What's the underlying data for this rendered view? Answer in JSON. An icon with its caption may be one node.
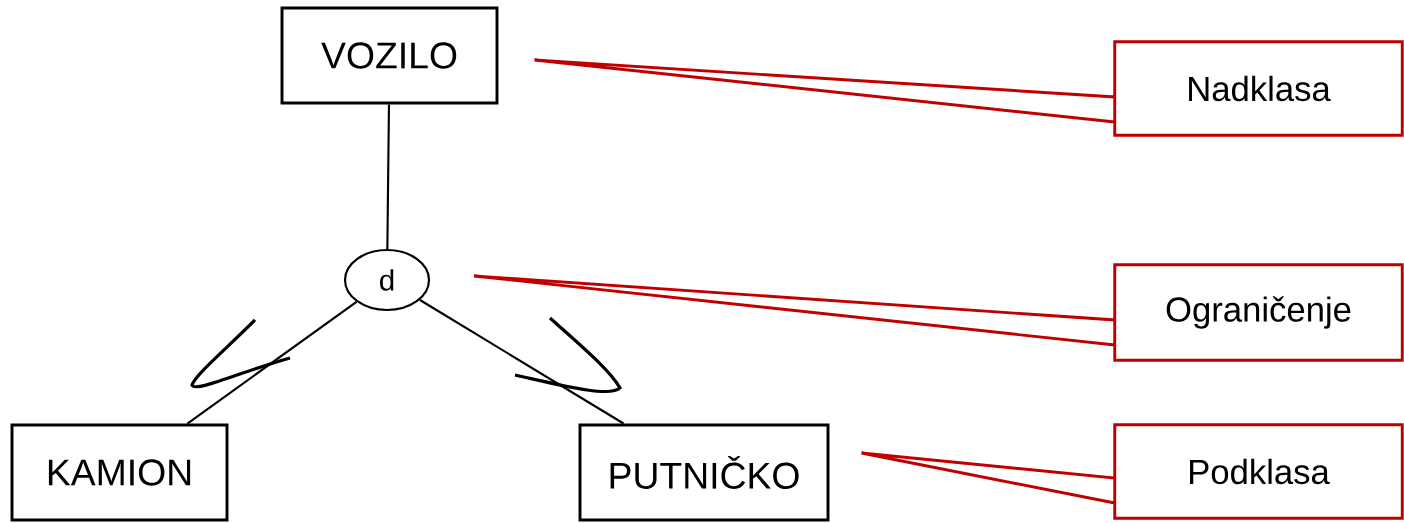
{
  "diagram": {
    "nodes": [
      {
        "text": [
          "VOZILO"
        ]
      },
      {
        "text": [
          "d"
        ]
      },
      {
        "text": [
          "KAMION"
        ]
      },
      {
        "text": [
          "PUTNIČKO"
        ]
      },
      {
        "text": [
          "Nadklasa"
        ]
      },
      {
        "text": [
          "Ograničenje"
        ]
      },
      {
        "text": [
          "Podklasa"
        ]
      }
    ],
    "edges": [
      {
        "from": 0,
        "to": 1,
        "arrow": "none"
      },
      {
        "from": 1,
        "to": 2,
        "arrow": "none"
      },
      {
        "from": 1,
        "to": 3,
        "arrow": "none"
      },
      {
        "from": 4,
        "to": 0,
        "arrow": "none",
        "color": "#c00000"
      },
      {
        "from": 5,
        "to": 1,
        "arrow": "none",
        "color": "#c00000"
      },
      {
        "from": 6,
        "to": 3,
        "arrow": "none",
        "color": "#c00000"
      }
    ]
  }
}
